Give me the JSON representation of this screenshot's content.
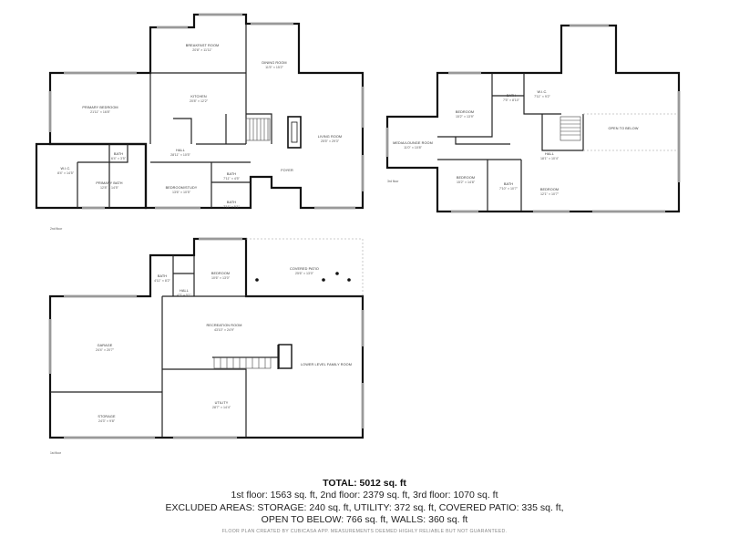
{
  "floors": {
    "second_label": "2nd floor",
    "third_label": "3rd floor",
    "first_label": "1st floor"
  },
  "rooms": {
    "breakfast": {
      "name": "BREAKFAST ROOM",
      "dim": "20'8\" × 11'11\""
    },
    "dining": {
      "name": "DINING ROOM",
      "dim": "11'5\" × 15'2\""
    },
    "primary_bedroom": {
      "name": "PRIMARY BEDROOM",
      "dim": "21'11\" × 16'8\""
    },
    "kitchen": {
      "name": "KITCHEN",
      "dim": "20'8\" × 12'2\""
    },
    "living": {
      "name": "LIVING ROOM",
      "dim": "25'5\" × 29'3\""
    },
    "wic_2nd": {
      "name": "W.I.C.",
      "dim": "8'4\" × 14'5\""
    },
    "bath_small_2nd": {
      "name": "BATH",
      "dim": "6'4\" × 3'5\""
    },
    "primary_bath": {
      "name": "PRIMARY BATH",
      "dim": "12'8\" × 14'5\""
    },
    "hall_2nd": {
      "name": "HALL",
      "dim": "28'11\" × 10'5\""
    },
    "bedroom_study": {
      "name": "BEDROOM/STUDY",
      "dim": "13'6\" × 10'5\""
    },
    "bath_2nd_a": {
      "name": "BATH",
      "dim": "7'11\" × 4'5\""
    },
    "bath_2nd_b": {
      "name": "BATH",
      "dim": "7'11\" × 5'1\""
    },
    "foyer": {
      "name": "FOYER"
    },
    "bedroom_3a": {
      "name": "BEDROOM",
      "dim": "15'2\" × 13'9\""
    },
    "bath_3a": {
      "name": "BATH",
      "dim": "7'5\" × 8'10\""
    },
    "wic_3rd": {
      "name": "W.I.C.",
      "dim": "7'11\" × 9'2\""
    },
    "open_to_below_3rd": {
      "name": "OPEN TO BELOW"
    },
    "media": {
      "name": "MEDIA/LOUNGE ROOM",
      "dim": "11'0\" × 10'8\""
    },
    "hall_3rd": {
      "name": "HALL",
      "dim": "18'1\" × 10'4\""
    },
    "bedroom_3b": {
      "name": "BEDROOM",
      "dim": "15'2\" × 14'8\""
    },
    "bath_3b": {
      "name": "BATH",
      "dim": "7'10\" × 10'7\""
    },
    "bedroom_3c": {
      "name": "BEDROOM",
      "dim": "12'1\" × 10'7\""
    },
    "bath_1st": {
      "name": "BATH",
      "dim": "4'11\" × 8'2\""
    },
    "bedroom_1st": {
      "name": "BEDROOM",
      "dim": "10'6\" × 13'0\""
    },
    "covered_patio": {
      "name": "COVERED PATIO",
      "dim": "25'6\" × 13'0\""
    },
    "hall_1st": {
      "name": "HALL",
      "dim": "4'3\" × 5'1\""
    },
    "recreation": {
      "name": "RECREATION ROOM",
      "dim": "43'10\" × 24'9\""
    },
    "garage": {
      "name": "GARAGE",
      "dim": "24'4\" × 20'7\""
    },
    "lower_family": {
      "name": "LOWER LEVEL FAMILY ROOM"
    },
    "utility": {
      "name": "UTILITY",
      "dim": "28'7\" × 14'4\""
    },
    "storage": {
      "name": "STORAGE",
      "dim": "24'3\" × 9'8\""
    }
  },
  "summary": {
    "total": "TOTAL: 5012 sq. ft",
    "line1": "1st floor: 1563 sq. ft, 2nd floor: 2379 sq. ft, 3rd floor: 1070 sq. ft",
    "line2": "EXCLUDED AREAS: STORAGE: 240 sq. ft, UTILITY: 372 sq. ft, COVERED PATIO: 335 sq. ft,",
    "line3": "OPEN TO BELOW: 766 sq. ft, WALLS: 360 sq. ft",
    "disclaimer": "FLOOR PLAN CREATED BY CUBICASA APP. MEASUREMENTS DEEMED HIGHLY RELIABLE BUT NOT GUARANTEED."
  }
}
